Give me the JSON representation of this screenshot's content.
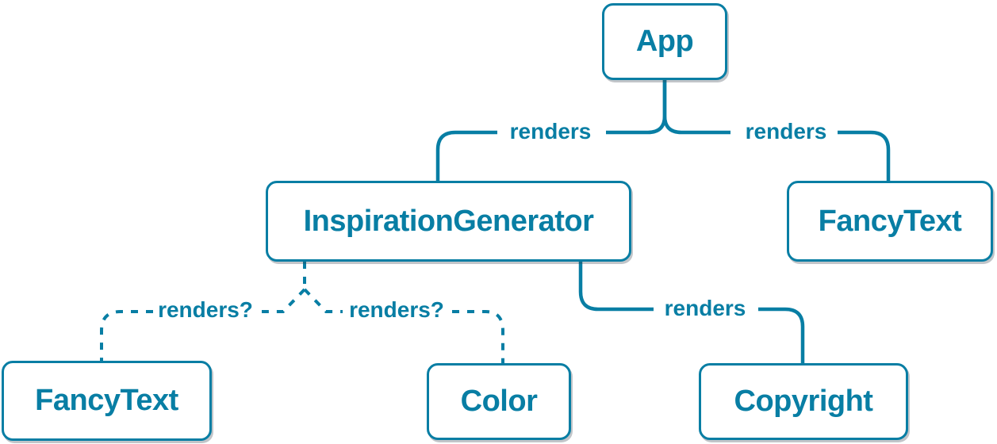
{
  "colors": {
    "accent": "#087ea4",
    "node_fill": "#ffffff"
  },
  "diagram": {
    "type": "tree",
    "nodes": [
      {
        "id": "app",
        "label": "App"
      },
      {
        "id": "inspiration-generator",
        "label": "InspirationGenerator"
      },
      {
        "id": "fancy-text-top",
        "label": "FancyText"
      },
      {
        "id": "fancy-text-bottom",
        "label": "FancyText"
      },
      {
        "id": "color",
        "label": "Color"
      },
      {
        "id": "copyright",
        "label": "Copyright"
      }
    ],
    "edges": [
      {
        "from": "App",
        "to": "InspirationGenerator",
        "label": "renders",
        "style": "solid"
      },
      {
        "from": "App",
        "to": "FancyText",
        "label": "renders",
        "style": "solid"
      },
      {
        "from": "InspirationGenerator",
        "to": "FancyText",
        "label": "renders?",
        "style": "dashed"
      },
      {
        "from": "InspirationGenerator",
        "to": "Color",
        "label": "renders?",
        "style": "dashed"
      },
      {
        "from": "InspirationGenerator",
        "to": "Copyright",
        "label": "renders",
        "style": "solid"
      }
    ]
  }
}
